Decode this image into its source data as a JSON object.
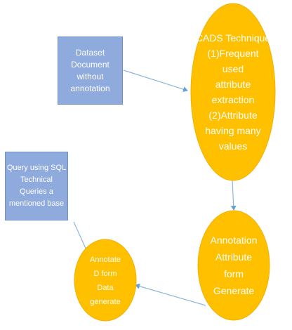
{
  "nodes": {
    "dataset": {
      "lines": [
        "Dataset",
        "Document",
        "without",
        "annotation"
      ]
    },
    "cads": {
      "lines": [
        "CADS Technique",
        "(1)Frequent",
        "used",
        "attribute",
        "extraction",
        "(2)Attribute",
        "having many",
        "values"
      ]
    },
    "annotation": {
      "lines": [
        "Annotation",
        "Attribute",
        "form",
        "Generate"
      ]
    },
    "annotate_d": {
      "lines": [
        "Annotate",
        "D form",
        "Data",
        "generate"
      ]
    },
    "query": {
      "lines": [
        "Query using SQL",
        "Technical",
        "Queries a",
        "mentioned base"
      ]
    }
  },
  "colors": {
    "box_fill": "#8faadc",
    "ellipse_fill": "#ffc000",
    "ellipse_stroke": "#f2b000",
    "arrow": "#8fb4dc",
    "text": "#ffffff"
  }
}
